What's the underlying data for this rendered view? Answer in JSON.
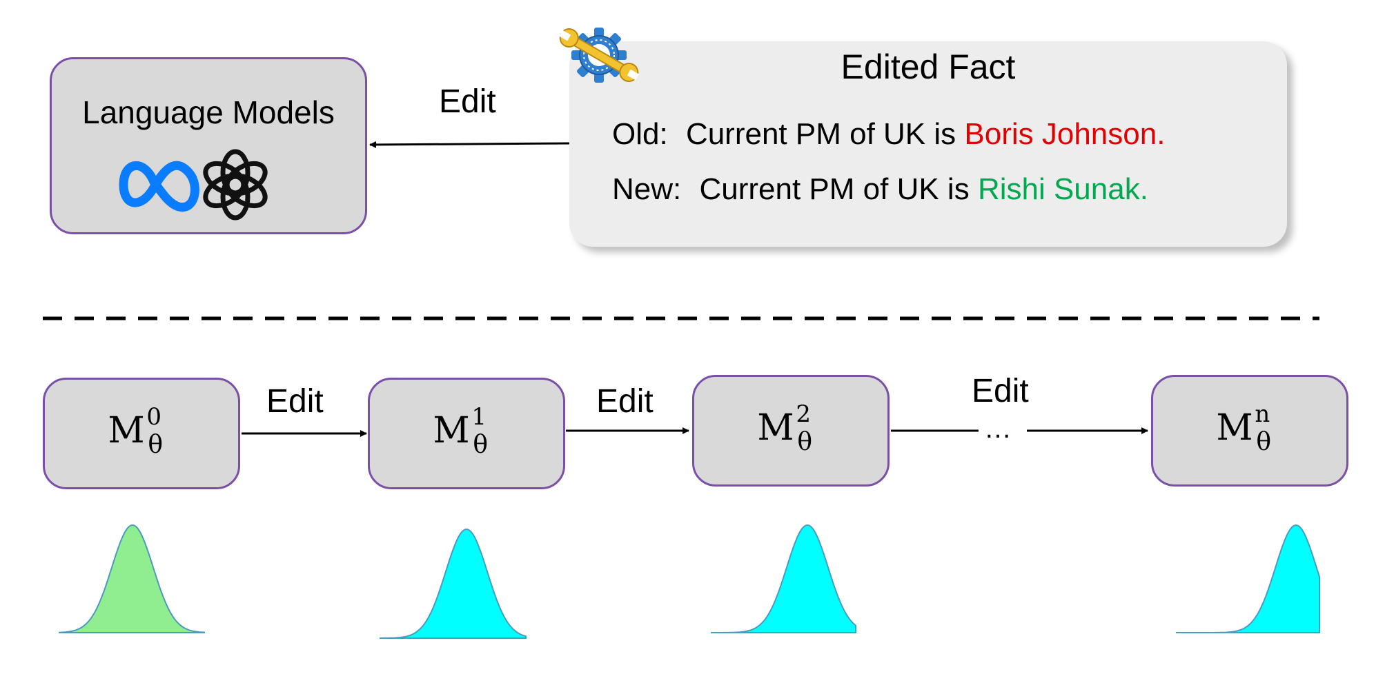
{
  "language_models": {
    "title": "Language Models",
    "logos": [
      "meta-infinity-logo",
      "openai-knot-logo"
    ]
  },
  "edit_arrow_label": "Edit",
  "edited_fact": {
    "title": "Edited Fact",
    "icon": "gear-wrench-icon",
    "old": {
      "prefix": "Old:",
      "text": "Current PM of UK is",
      "value": "Boris Johnson.",
      "value_color": "#e00000"
    },
    "new": {
      "prefix": "New:",
      "text": "Current PM of UK is",
      "value": "Rishi Sunak.",
      "value_color": "#00a84f"
    }
  },
  "sequence": {
    "models": [
      {
        "symbol": "M",
        "sub": "θ",
        "sup": "0"
      },
      {
        "symbol": "M",
        "sub": "θ",
        "sup": "1"
      },
      {
        "symbol": "M",
        "sub": "θ",
        "sup": "2"
      },
      {
        "symbol": "M",
        "sub": "θ",
        "sup": "n"
      }
    ],
    "edit_labels": [
      "Edit",
      "Edit",
      "Edit"
    ],
    "ellipsis": "…"
  },
  "colors": {
    "box_fill": "#d9d9d9",
    "box_border": "#7a4fa8",
    "fact_fill": "#ededed",
    "dist_first": "#90ee90",
    "dist_rest": "#00ffff",
    "dist_outline": "#4a9bbf"
  }
}
